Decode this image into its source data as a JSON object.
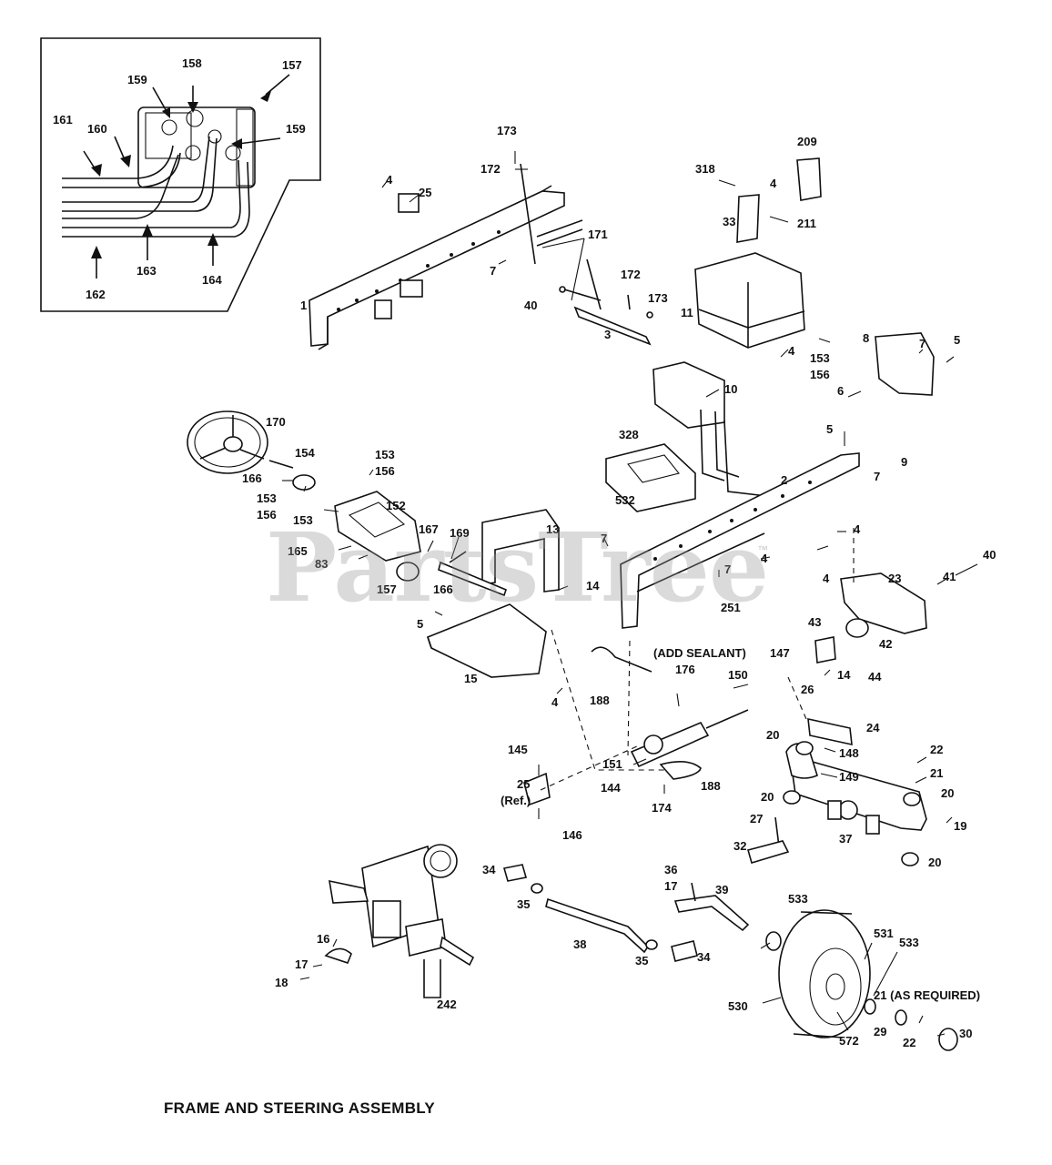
{
  "title": "FRAME AND STEERING ASSEMBLY",
  "watermark": "PartsTree",
  "watermark_mark": "™",
  "labels": {
    "inset": [
      "157",
      "158",
      "159",
      "159",
      "160",
      "161",
      "162",
      "163",
      "164"
    ],
    "upper_frame": [
      "173",
      "172",
      "171",
      "172",
      "173",
      "4",
      "25",
      "7",
      "1",
      "40",
      "3"
    ],
    "console": [
      "318",
      "4",
      "209",
      "211",
      "33",
      "11",
      "4",
      "153",
      "156",
      "8",
      "7",
      "5",
      "6",
      "9",
      "7"
    ],
    "mid_frame": [
      "10",
      "5",
      "328",
      "532",
      "2",
      "4",
      "4",
      "4",
      "7",
      "7",
      "251",
      "14",
      "13"
    ],
    "steering": [
      "170",
      "154",
      "153",
      "156",
      "166",
      "153",
      "156",
      "152",
      "153",
      "165",
      "83",
      "167",
      "169",
      "157",
      "166",
      "5",
      "15",
      "4"
    ],
    "front_axle": [
      "23",
      "40",
      "41",
      "42",
      "43",
      "44",
      "147",
      "14",
      "26",
      "150",
      "24",
      "20",
      "148",
      "149",
      "22",
      "21",
      "20",
      "20",
      "27",
      "32",
      "37",
      "19",
      "20"
    ],
    "cylinder": [
      "(ADD SEALANT)",
      "176",
      "188",
      "145",
      "151",
      "25",
      "(Ref.)",
      "144",
      "174",
      "188",
      "146"
    ],
    "lower": [
      "34",
      "35",
      "38",
      "35",
      "34",
      "36",
      "17",
      "39",
      "533",
      "531",
      "533",
      "21 (AS REQUIRED)",
      "530",
      "572",
      "29",
      "22",
      "30"
    ],
    "transaxle": [
      "16",
      "17",
      "18",
      "242"
    ]
  }
}
